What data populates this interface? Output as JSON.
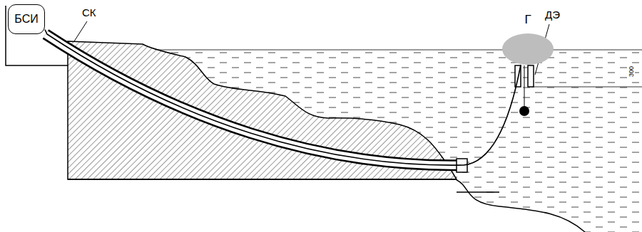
{
  "diagram": {
    "nodes": [
      {
        "text": [
          "БСИ"
        ]
      },
      {
        "text": [
          "Г"
        ]
      }
    ],
    "edges": [
      {
        "from": 0,
        "to": 1,
        "arrow": "none"
      }
    ],
    "labels": [
      "СК",
      "ДЭ",
      "300"
    ]
  }
}
